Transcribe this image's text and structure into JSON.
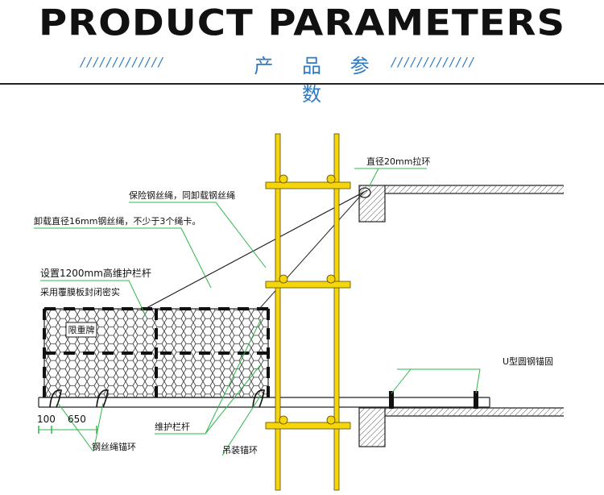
{
  "header": {
    "title": "PRODUCT PARAMETERS",
    "subtitle": "产 品 参 数",
    "slashes_left": "/////////////",
    "slashes_right": "/////////////"
  },
  "diagram": {
    "labels": {
      "ring_20mm": "直径20mm拉环",
      "safety_cable": "保险钢丝绳，同卸载钢丝绳",
      "unload_cable": "卸载直径16mm钢丝绳，不少于3个绳卡。",
      "guardrail": "设置1200mm高维护栏杆",
      "mesh_seal": "采用覆膜板封闭密实",
      "limit_sign": "限重牌",
      "u_anchor": "U型圆钢锚固",
      "dim_100": "100",
      "dim_650": "650",
      "rope_anchor": "钢丝绳锚环",
      "rail": "维护栏杆",
      "lift_ring": "吊装锚环"
    }
  }
}
